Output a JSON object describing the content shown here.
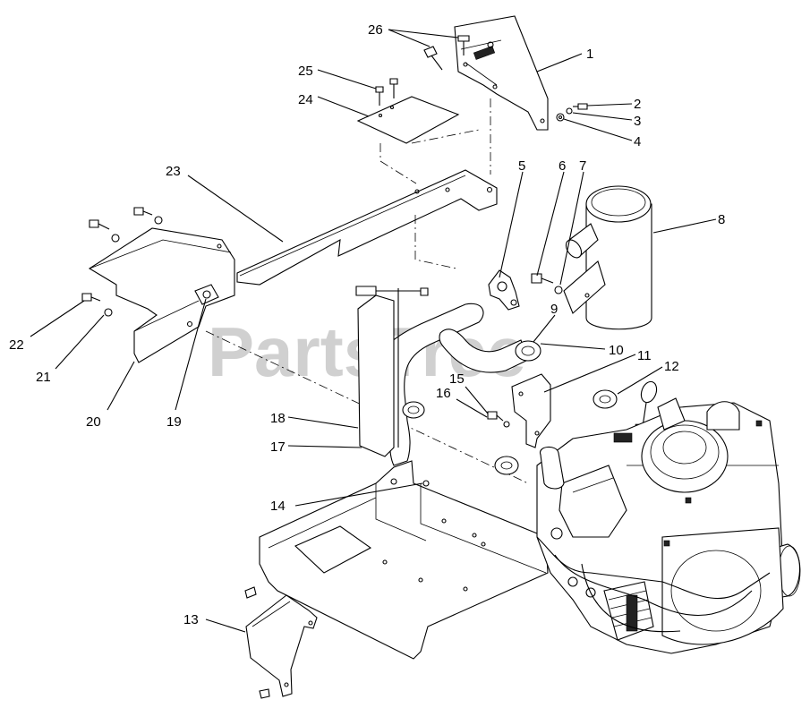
{
  "watermark": "PartsTree",
  "callouts": [
    "1",
    "2",
    "3",
    "4",
    "5",
    "6",
    "7",
    "8",
    "9",
    "10",
    "11",
    "12",
    "13",
    "14",
    "15",
    "16",
    "17",
    "18",
    "19",
    "20",
    "21",
    "22",
    "23",
    "24",
    "25",
    "26"
  ],
  "colors": {
    "line": "#000000",
    "background": "#ffffff",
    "watermark": "#bdbdbd"
  }
}
